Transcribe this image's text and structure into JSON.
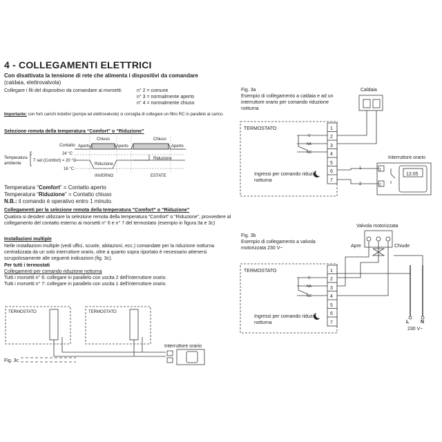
{
  "title": "4 - COLLEGAMENTI ELETTRICI",
  "intro_bold": "Con disattivata la tensione di rete che alimenta i dispositivi da comandare",
  "intro_sub": "(caldaia, elettrovalvola)",
  "connect_line": "Collegare i fili del dispositivo da comandare ai morsetti:",
  "terminals_note": [
    {
      "n": "n° 2",
      "t": "= comune"
    },
    {
      "n": "n° 3",
      "t": "= normalmente aperto"
    },
    {
      "n": "n° 4",
      "t": "= normalmente chiuso"
    }
  ],
  "important_label": "Importante:",
  "important_text": "con forti carichi induttivi (pompe ed elettrovalvole) si consiglia di collegare un filtro RC in parallelo al carico.",
  "remote_heading": "Selezione remota della temperatura “Comfort” o “Riduzione”",
  "timing": {
    "contatto": "Contatto",
    "chiuso": "Chiuso",
    "aperto": "Aperto",
    "temp_label": "Temperatura ambiente",
    "tset": "T set (Comfort)",
    "t24": "24 °C",
    "t20": "20 °C",
    "t16": "16 °C",
    "riduzione": "Riduzione",
    "inverno": "INVERNO",
    "estate": "ESTATE"
  },
  "temp_lines": [
    {
      "pre": "Temperatura ",
      "bold": "Comfort",
      "post": " = Contatto aperto"
    },
    {
      "pre": "Temperatura ",
      "bold": "Riduzione",
      "post": " = Contatto chiuso"
    }
  ],
  "nb_label": "N.B.:",
  "nb_text": "il comando è operativo entro 1 minuto.",
  "remote_conn_heading": "Collegamenti per la selezione remota della temperatura “Comfort” o “Riduzione”",
  "remote_conn_text": "Qualora si desideri utilizzare la selezione remota della temperatura “Comfort” o “Riduzione”, provvedere al collegamento del contatto esterno ai morsetti n° 6 e n° 7 del termostato (esempio in figura 3a e 3c)",
  "multi_heading": "Installazioni multiple",
  "multi_text": "Nelle installazioni multiple (vedi uffici, scuole, abitazioni, ecc.) comandate per la riduzione notturna centralizzata da un solo interruttore orario, oltre a quanto sopra riportato è necessario attenersi scrupolosamente alle seguenti indicazioni (fig. 3c).",
  "per_tutti": "Per tutti i termostati",
  "coll_heading": "Collegamenti per comando riduzione notturna",
  "coll_lines": [
    "Tutti i morsetti n° 6: collegare in parallelo con uscita 2 dell'interruttore orario.",
    "Tutti i morsetti n° 7: collegare in parallelo con uscita 1 dell'interruttore orario."
  ],
  "fig3c": {
    "label": "Fig. 3c",
    "termostato": "TERMOSTATO",
    "interruttore": "Interruttore orario"
  },
  "fig3a": {
    "label": "Fig. 3a",
    "desc": "Esempio di collegamento a caldaia e ad un interruttore orario per comando riduzione notturna",
    "caldaia": "Caldaia",
    "termostato": "TERMOSTATO",
    "interruttore": "Interruttore orario",
    "ingressi": "Ingressi per comando riduzione notturna",
    "clock": "12:05"
  },
  "fig3b": {
    "label": "Fig. 3b",
    "desc": "Esempio di collegamento a valvola motorizzata 230 V~",
    "valvola": "Valvola motorizzata",
    "apre": "Apre",
    "chiude": "Chiude",
    "termostato": "TERMOSTATO",
    "ingressi": "Ingressi per comando riduzione notturna",
    "l": "L",
    "n": "N",
    "volt": "230 V~"
  },
  "terminal_numbers": [
    "1",
    "2",
    "3",
    "4",
    "5",
    "6",
    "7"
  ],
  "contact_labels": [
    "C",
    "NA",
    "NC"
  ]
}
